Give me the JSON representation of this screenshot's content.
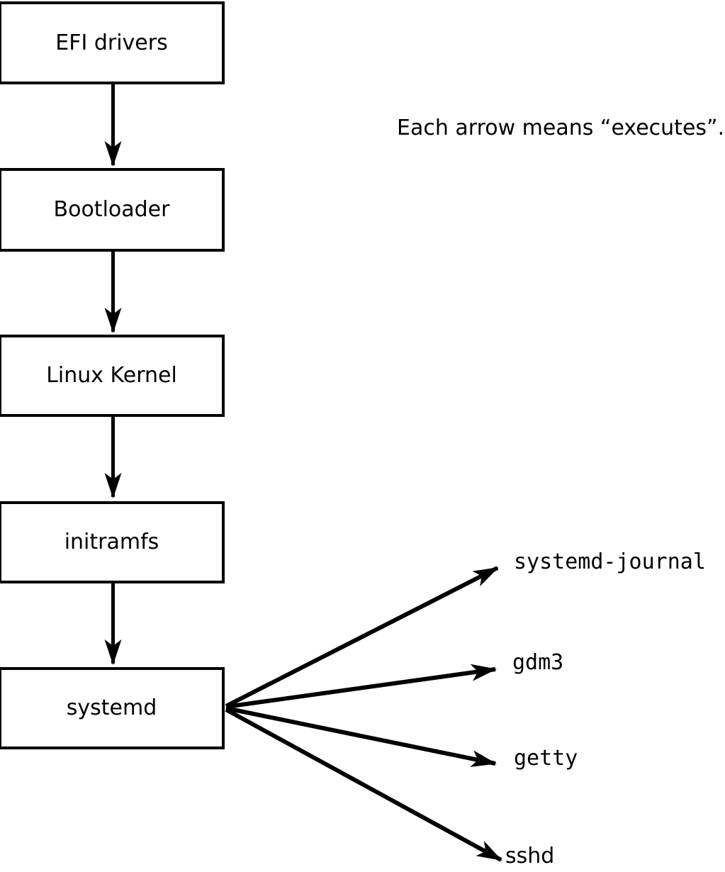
{
  "canvas": {
    "background_color": "#ffffff",
    "line_color": "#000000"
  },
  "note": {
    "text": "Each arrow means “executes”."
  },
  "chain": [
    {
      "label": "EFI drivers"
    },
    {
      "label": "Bootloader"
    },
    {
      "label": "Linux Kernel"
    },
    {
      "label": "initramfs"
    },
    {
      "label": "systemd"
    }
  ],
  "spawned": [
    {
      "label": "systemd-journal"
    },
    {
      "label": "gdm3"
    },
    {
      "label": "getty"
    },
    {
      "label": "sshd"
    }
  ]
}
